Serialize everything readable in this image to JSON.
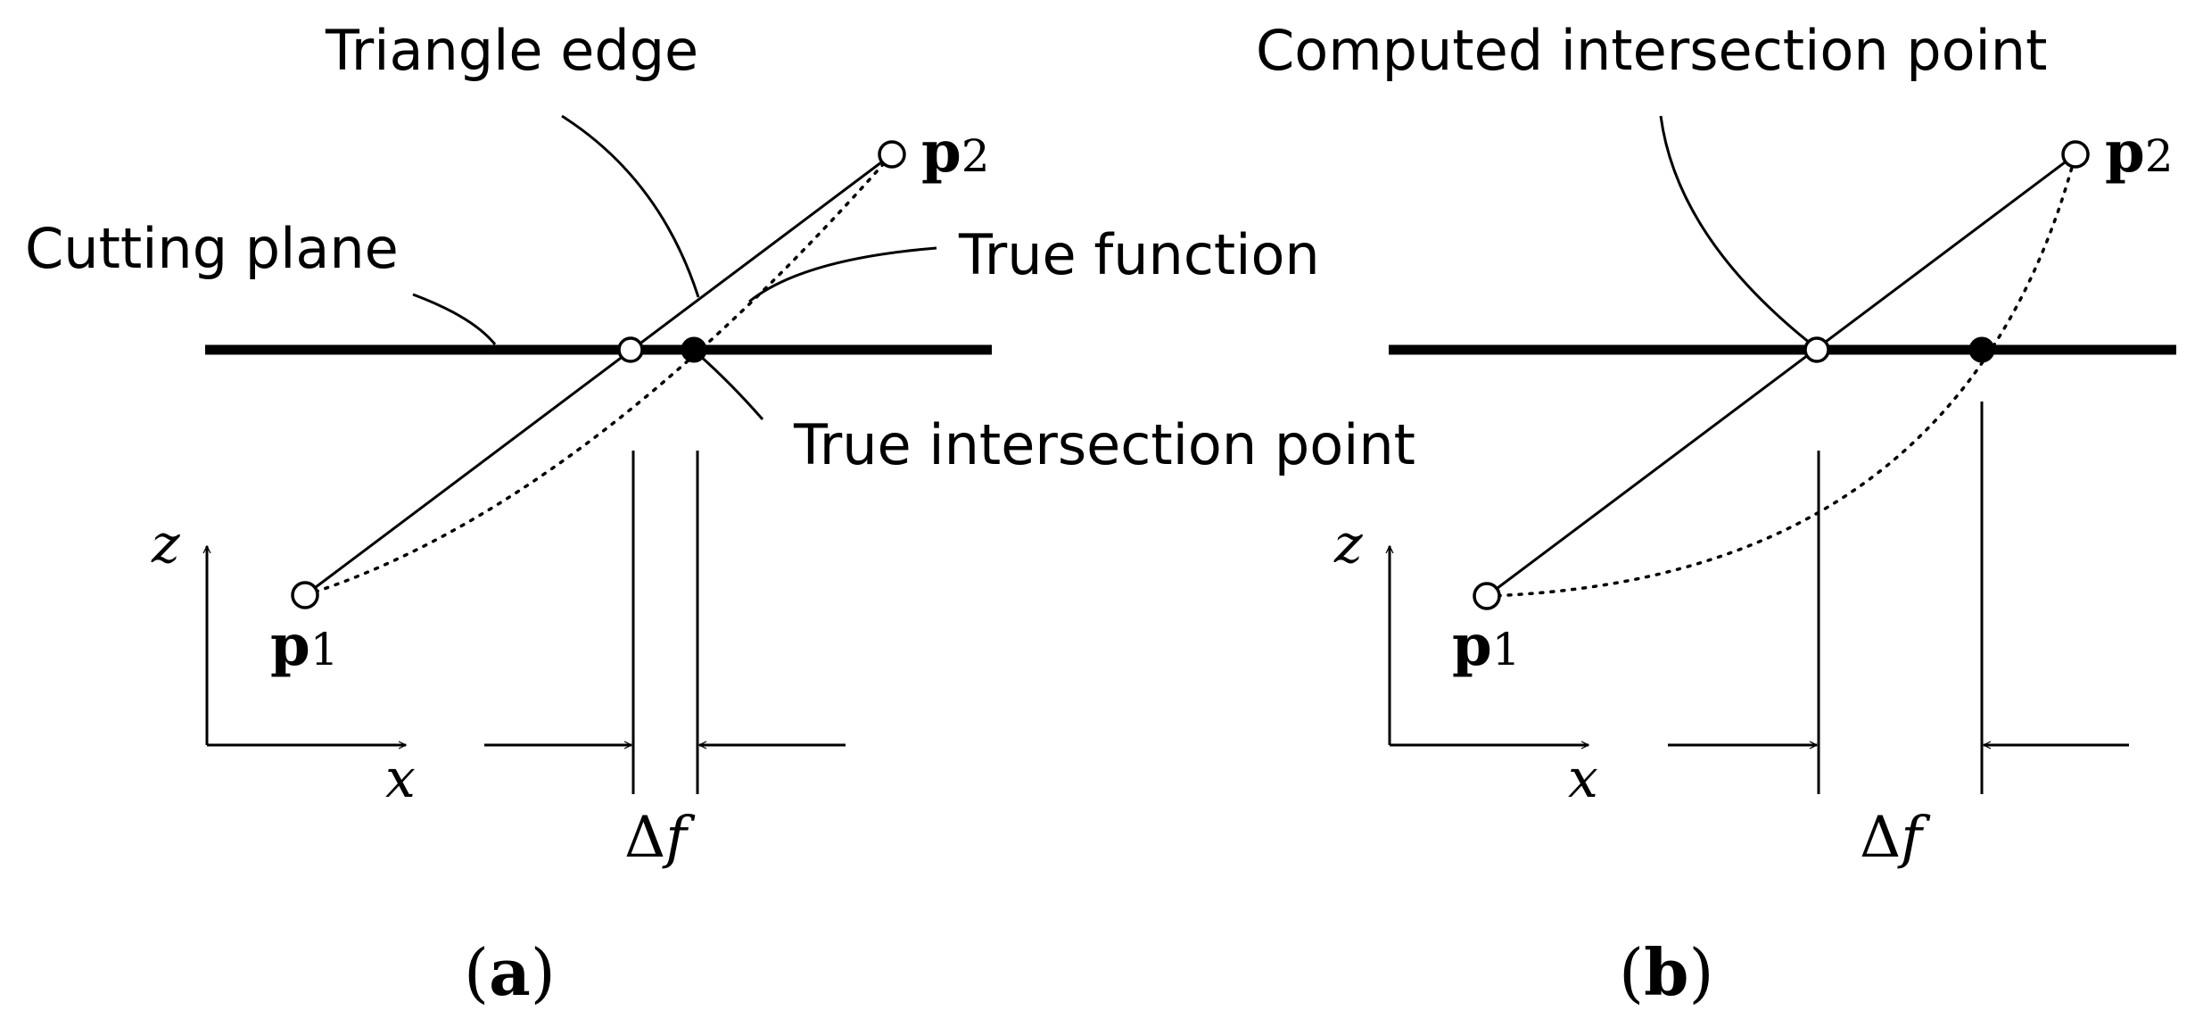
{
  "panels": [
    {
      "id": "a",
      "caption": "(a)",
      "labels": {
        "triangle_edge": "Triangle edge",
        "cutting_plane": "Cutting plane",
        "true_function": "True function",
        "true_intersection": "True intersection point",
        "p1_letter": "p",
        "p1_sub": "1",
        "p2_letter": "p",
        "p2_sub": "2",
        "axis_z": "z",
        "axis_x": "x",
        "delta_symbol": "Δ",
        "delta_var": "f"
      }
    },
    {
      "id": "b",
      "caption": "(b)",
      "labels": {
        "computed_intersection": "Computed intersection point",
        "p1_letter": "p",
        "p1_sub": "1",
        "p2_letter": "p",
        "p2_sub": "2",
        "axis_z": "z",
        "axis_x": "x",
        "delta_symbol": "Δ",
        "delta_var": "f"
      }
    }
  ]
}
